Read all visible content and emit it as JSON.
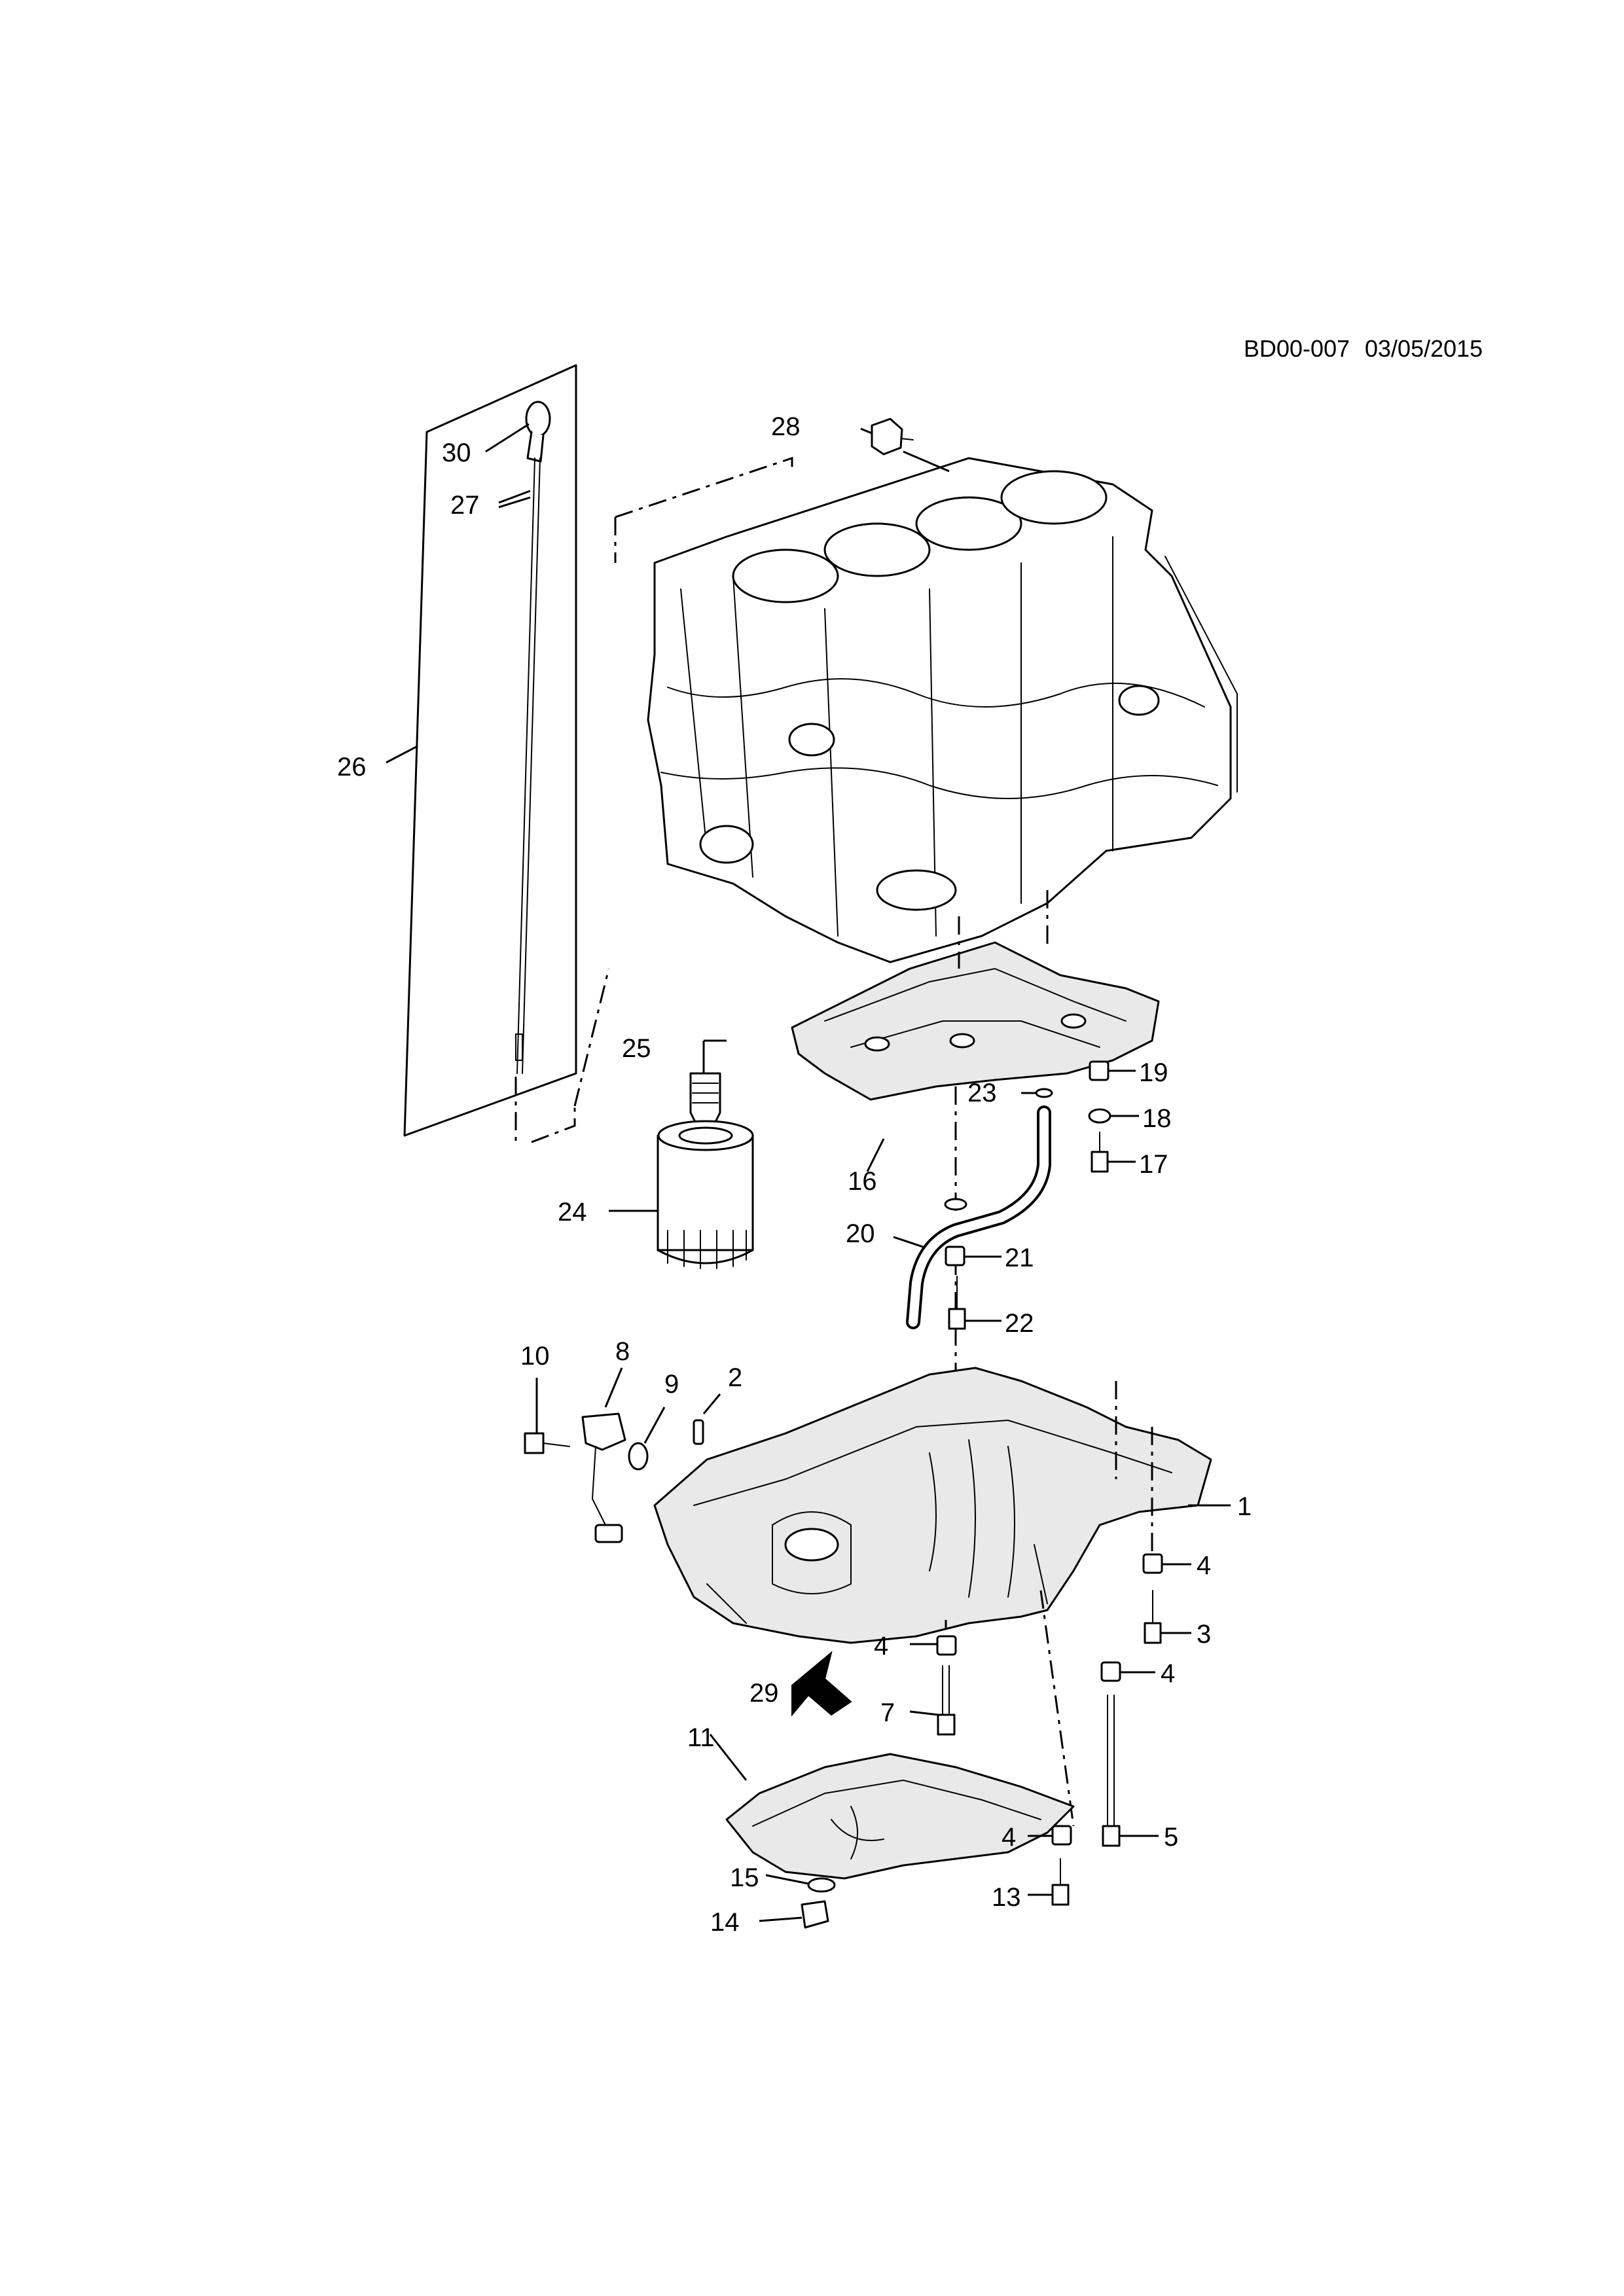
{
  "reference": {
    "code": "BD00-007",
    "date": "03/05/2015"
  },
  "callouts": {
    "c1": "1",
    "c2": "2",
    "c3": "3",
    "c4a": "4",
    "c4b": "4",
    "c4c": "4",
    "c4d": "4",
    "c5": "5",
    "c7": "7",
    "c8": "8",
    "c9": "9",
    "c10": "10",
    "c11": "11",
    "c13": "13",
    "c14": "14",
    "c15": "15",
    "c16": "16",
    "c17": "17",
    "c18": "18",
    "c19": "19",
    "c20": "20",
    "c21": "21",
    "c22": "22",
    "c23": "23",
    "c24": "24",
    "c25": "25",
    "c26": "26",
    "c27": "27",
    "c28": "28",
    "c29": "29",
    "c30": "30"
  }
}
